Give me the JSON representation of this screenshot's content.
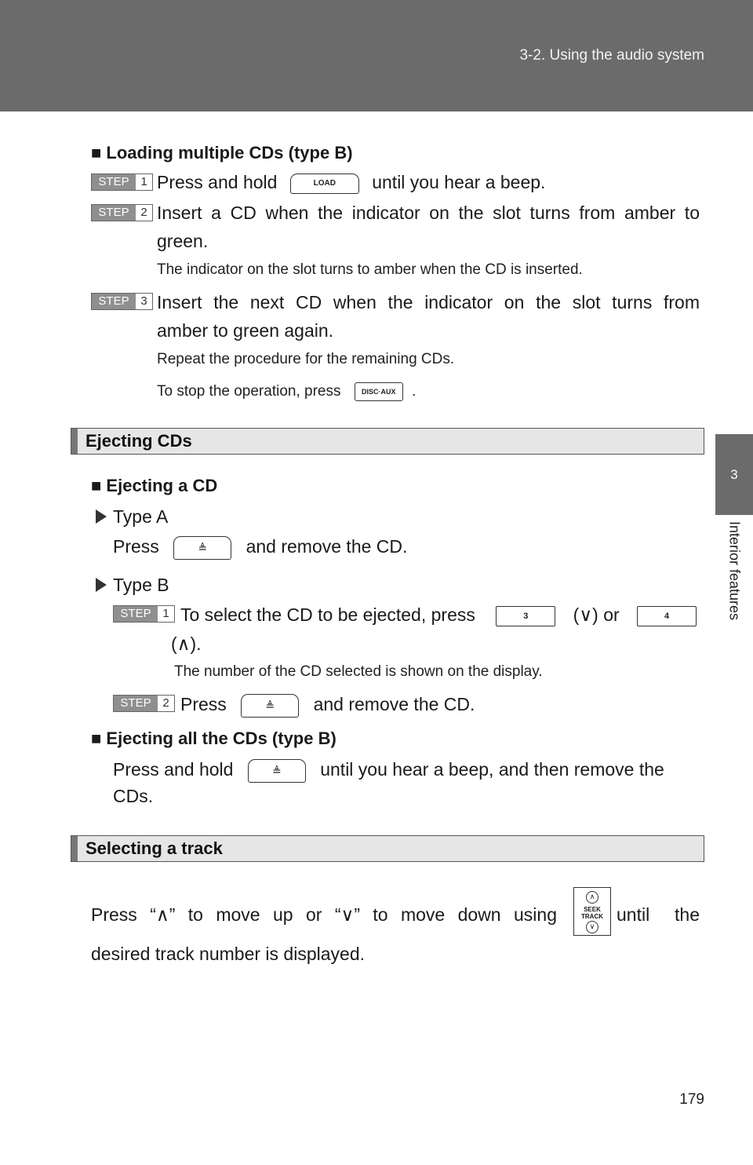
{
  "header": {
    "title": "3-2. Using the audio system"
  },
  "side_tab": {
    "number": "3",
    "label": "Interior features"
  },
  "page_number": "179",
  "loading": {
    "title": "Loading multiple CDs (type B)",
    "bullet": "■",
    "steps": [
      {
        "label": "STEP",
        "num": "1",
        "text_before": "Press and hold",
        "button": "LOAD",
        "text_after": "until you hear a beep."
      },
      {
        "label": "STEP",
        "num": "2",
        "line1": "Insert a CD when the indicator on the slot turns from amber to",
        "line2": "green.",
        "note": "The indicator on the slot turns to amber when the CD is inserted."
      },
      {
        "label": "STEP",
        "num": "3",
        "line1": "Insert the next CD when the indicator on the slot turns from",
        "line2": "amber to green again.",
        "note1": "Repeat the procedure for the remaining CDs.",
        "note2_before": "To stop the operation, press",
        "note2_button": "DISC·AUX",
        "note2_after": "."
      }
    ]
  },
  "ejecting": {
    "section_title": "Ejecting CDs",
    "sub1_title": "Ejecting a CD",
    "type_a": {
      "label": "Type A",
      "text_before": "Press",
      "button": "≜",
      "text_after": "and remove the CD."
    },
    "type_b": {
      "label": "Type B",
      "step1": {
        "label": "STEP",
        "num": "1",
        "text_before": "To select the CD to be ejected, press",
        "btn1": "3",
        "mid": "(∨) or",
        "btn2": "4",
        "line2": "(∧).",
        "note": "The number of the CD selected is shown on the display."
      },
      "step2": {
        "label": "STEP",
        "num": "2",
        "text_before": "Press",
        "button": "≜",
        "text_after": "and remove the CD."
      }
    },
    "sub2_title": "Ejecting all the CDs (type B)",
    "all": {
      "text_before": "Press and hold",
      "button": "≜",
      "text_after": "until you hear a beep, and then remove the",
      "line2": "CDs."
    }
  },
  "selecting": {
    "section_title": "Selecting a track",
    "line1_before": "Press “∧” to move up or “∨” to move down using",
    "line1_after": "until the",
    "line2": "desired track number is displayed.",
    "seek_button": {
      "line1": "SEEK",
      "line2": "TRACK",
      "up": "∧",
      "down": "∨"
    }
  }
}
